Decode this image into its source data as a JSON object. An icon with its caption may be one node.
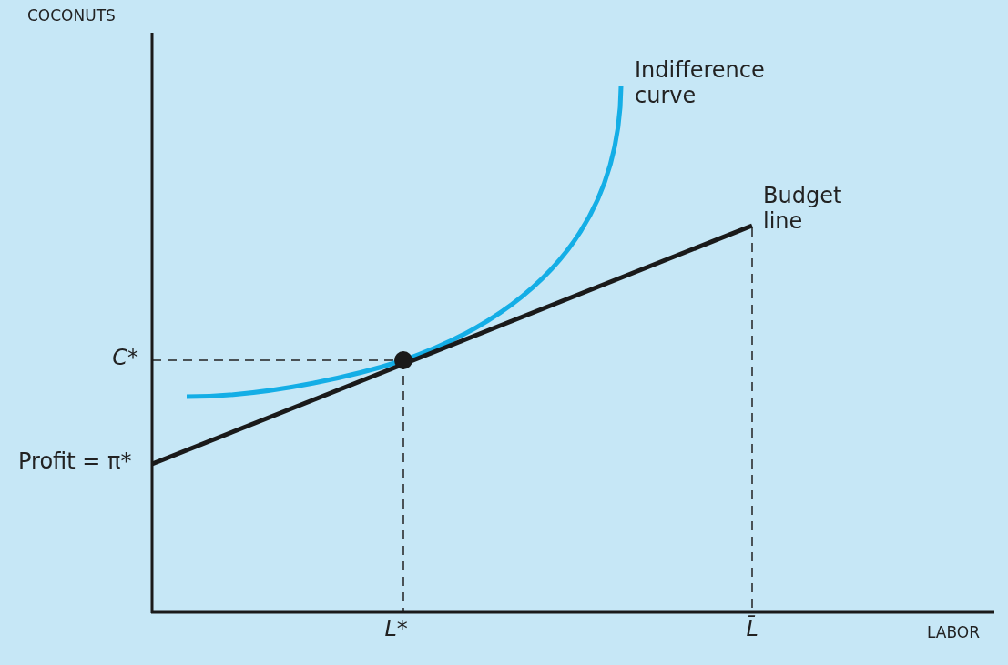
{
  "diagram": {
    "labels": [
      "COCONUTS",
      "Indifference curve",
      "Budget line",
      "C*",
      "Profit = π*",
      "L*",
      "L̄",
      "LABOR"
    ]
  }
}
